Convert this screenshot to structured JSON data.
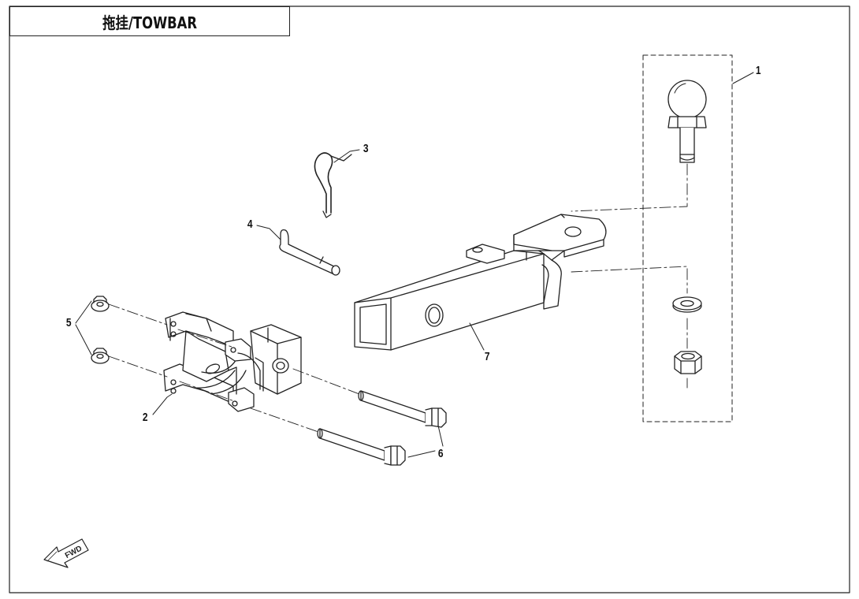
{
  "title": "拖挂/TOWBAR",
  "fwd_label": "FWD",
  "callouts": [
    {
      "id": "c1",
      "text": "1"
    },
    {
      "id": "c2",
      "text": "2"
    },
    {
      "id": "c3",
      "text": "3"
    },
    {
      "id": "c4",
      "text": "4"
    },
    {
      "id": "c5",
      "text": "5"
    },
    {
      "id": "c6",
      "text": "6"
    },
    {
      "id": "c7",
      "text": "7"
    }
  ]
}
